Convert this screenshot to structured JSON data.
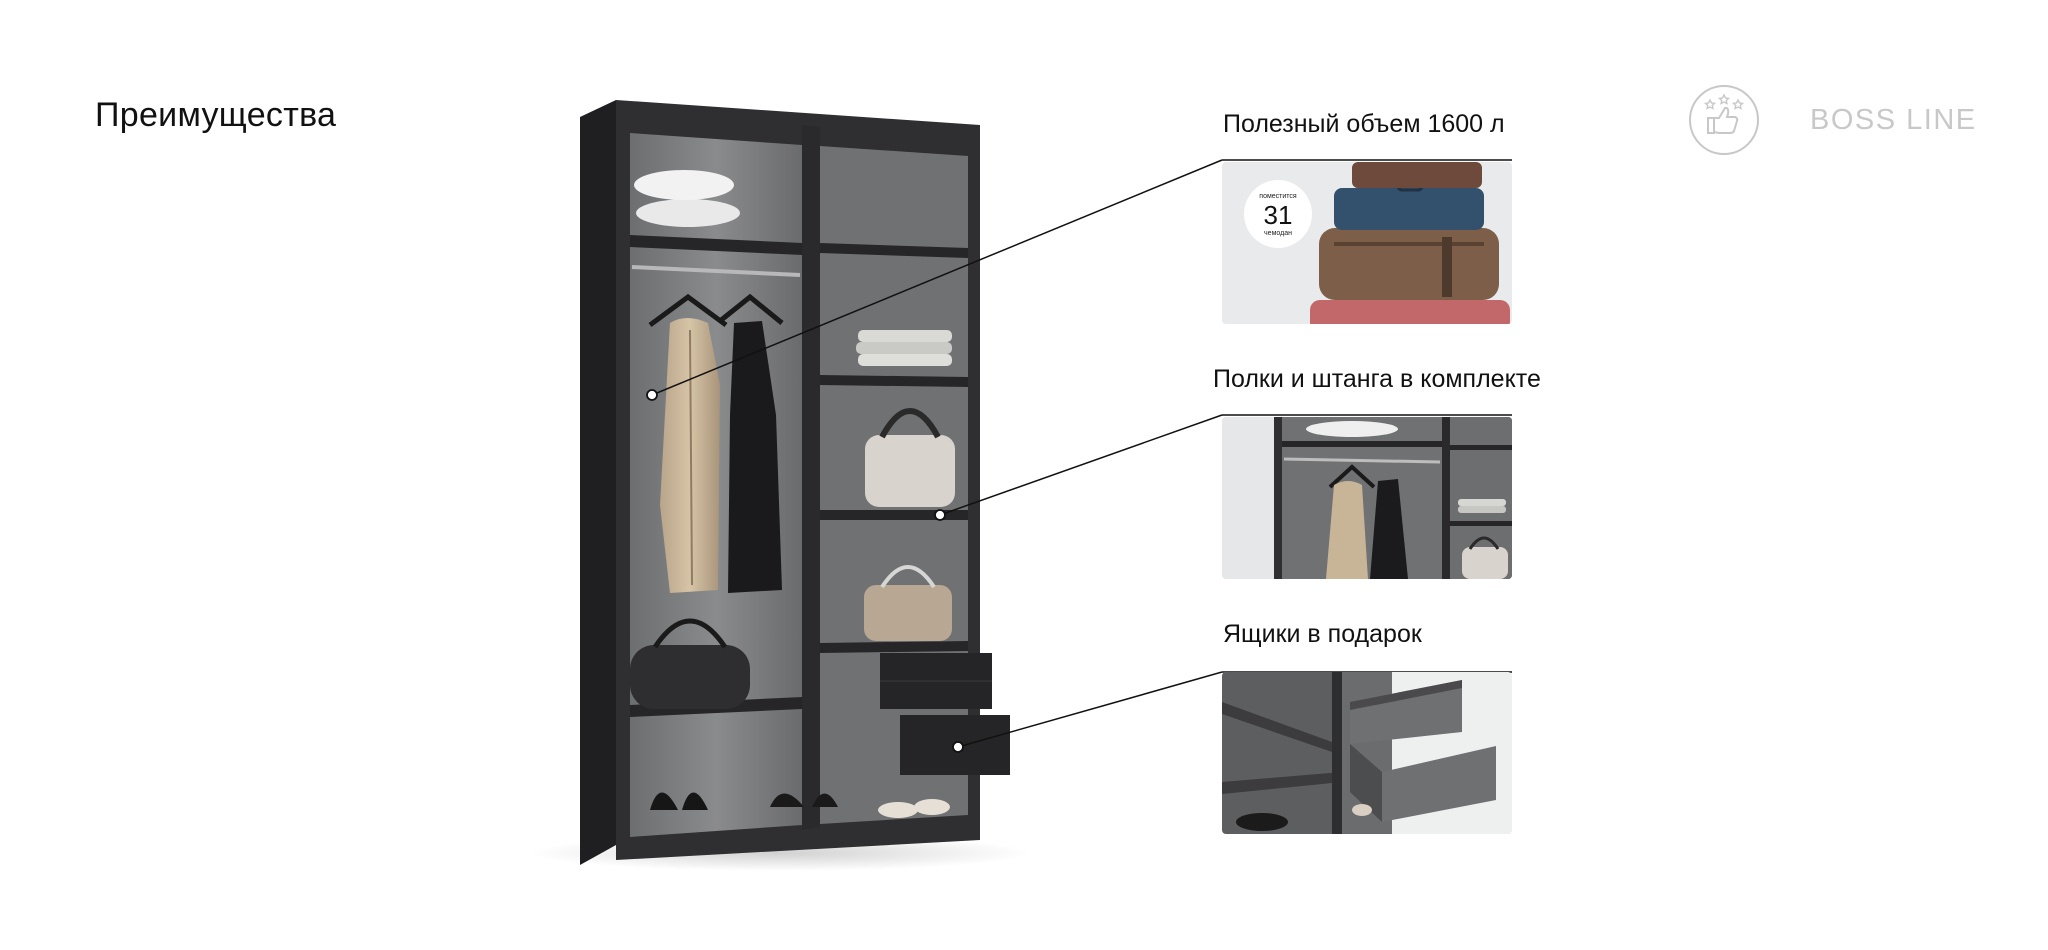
{
  "page": {
    "title": "Преимущества"
  },
  "brand": {
    "name": "BOSS LINE",
    "icon": "thumbs-up-stars-icon"
  },
  "features": [
    {
      "title": "Полезный объем 1600 л",
      "image": "stacked-suitcases",
      "badge": {
        "top": "поместится",
        "number": "31",
        "bottom": "чемодан"
      }
    },
    {
      "title": "Полки и штанга в комплекте",
      "image": "wardrobe-shelves-rail-closeup"
    },
    {
      "title": "Ящики в подарок",
      "image": "open-drawers-closeup"
    }
  ],
  "colors": {
    "text": "#111111",
    "brand": "#c8c8c8",
    "wardrobe": "#2f2f31",
    "panel": "#e8e9ea"
  }
}
